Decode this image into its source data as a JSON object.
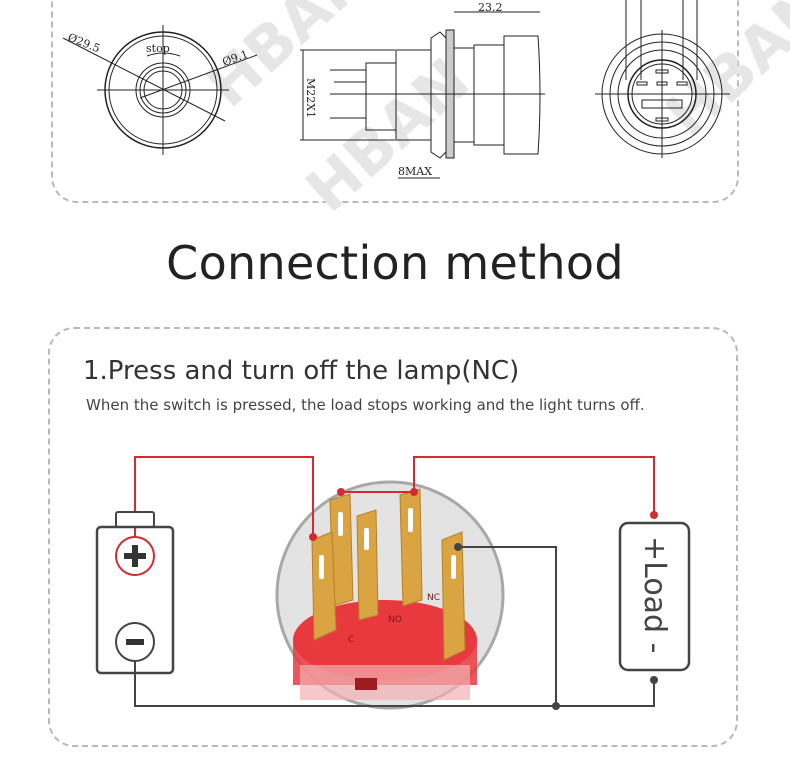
{
  "drawing": {
    "front_view": {
      "dia_outer": "Ø29.5",
      "dia_inner": "Ø9.1",
      "button_text": "stop"
    },
    "side_view": {
      "thread": "M22X1",
      "length": "23.2",
      "panel": "8MAX"
    },
    "watermark": "HBAN"
  },
  "heading": "Connection method",
  "section": {
    "title": "1.Press and turn off the lamp(NC)",
    "description": "When the switch is pressed, the load stops working and the light turns off."
  },
  "diagram": {
    "battery": {
      "plus": "+",
      "minus": "−"
    },
    "load": {
      "label": "+Load -"
    },
    "terminals": [
      "C",
      "NO",
      "NC"
    ],
    "colors": {
      "positive_wire": "#d42a32",
      "negative_wire": "#444444",
      "switch_body": "#e8393f",
      "pins": "#d9a441"
    }
  }
}
